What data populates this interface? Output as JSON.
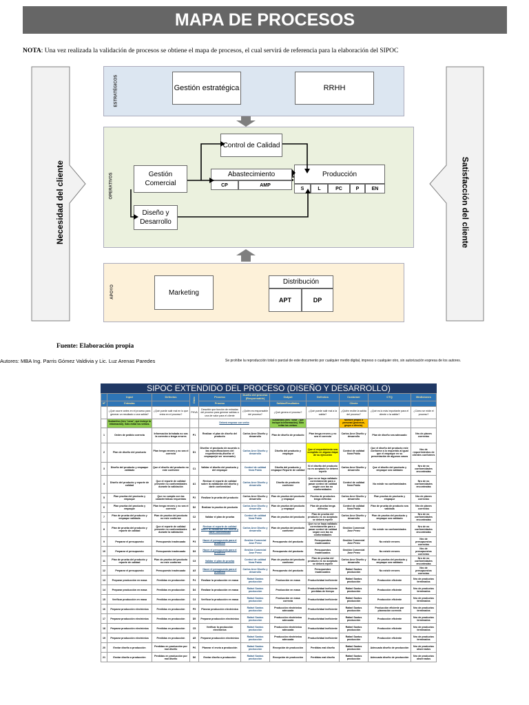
{
  "header": {
    "title": "MAPA DE PROCESOS"
  },
  "note": {
    "label": "NOTA",
    "text": ": Una vez realizada la validación de procesos se obtiene  el mapa de procesos, el cual servirá de referencia para la elaboración del SIPOC"
  },
  "map": {
    "left_arrow": "Necesidad del cliente",
    "right_arrow": "Satisfacción del cliente",
    "zones": {
      "strategic": "ESTRATÉGICOS",
      "operative": "OPERATIVOS",
      "support": "APOYO"
    },
    "boxes": {
      "gestion_estrategica": "Gestión estratégica",
      "rrhh": "RRHH",
      "control_calidad": "Control de Calidad",
      "gestion_comercial": "Gestión Comercial",
      "abastecimiento": "Abastecimiento",
      "cp": "CP",
      "amp": "AMP",
      "produccion": "Producción",
      "prod_cells": [
        "S",
        "L",
        "PC",
        "P",
        "EN"
      ],
      "diseno": "Diseño y Desarrollo",
      "marketing": "Marketing",
      "distribucion": "Distribución",
      "apt": "APT",
      "dp": "DP"
    },
    "colors": {
      "strategic": "#dce6f1",
      "operative": "#ebf1de",
      "support": "#fdf1d9",
      "arrow": "#f2f2f2",
      "arrow_stroke": "#7f7f7f"
    }
  },
  "fuente": "Fuente: Elaboración propia",
  "authors": "Autores:  MBA Ing. Parris Gómez Valdivia y Lic. Luz Arenas Paredes",
  "rights": "Se prohíbe la reproducción total o parcial de este documento por cualquier medio digital, impreso o cualquier otro, sin autorización expresa de  los autores.",
  "sipoc": {
    "title": "SIPOC EXTENDIDO DEL PROCESO (DISEÑO Y DESARROLLO)",
    "header1": [
      "Input",
      "Defectos",
      "Ciclo",
      "Proceso",
      "Dueño del proceso (Responsable)",
      "Output",
      "Defectos",
      "Customer",
      "CTQ",
      "Mediciones"
    ],
    "header2": [
      "Nº",
      "Entradas",
      "Proceso",
      "Salidas/Resultados",
      "Cliente"
    ],
    "questions": [
      "¿Qué ocurre antes en el proceso para generar un resultado o una salida?",
      "¿Qué puede salir mal en lo que entra en el proceso?",
      "PHVA",
      "Describir que función de entradas del proceso para generar salidas a una de valor para el cliente",
      "¿Quién es responsable del proceso?",
      "¿Qué genera el proceso?",
      "¿Qué puede salir mal a la salida?",
      "¿Quién recibe la salida del proceso?",
      "¿Qué es lo más importante para el cliente o la salida?",
      "¿Cómo se mide el proceso?"
    ],
    "notes": [
      "Sustantivo (tres \"cosa\", que incluye la información). Sólo evitar los verbos.",
      "Deberá empezar con verbo",
      "Sustantivo (tres \"cosa\", que incluye la información). Sólo evitar los verbos.",
      "Nombre propio o personal (procesos, grupo o directo)."
    ],
    "rows": [
      [
        "1",
        "Orden de pedido correcta",
        "Información brindada no sea la correcta o tenga errores",
        "P1",
        "Realizar el plan de diseño del producto",
        "Carlos Arce Diseño y desarrollo",
        "Plan de diseño de producto",
        "Plan tenga errores y no sea el correcto",
        "Carlos Arce Diseño y desarrollo",
        "Plan de diseño sea adecuado",
        "Nro de planes correctos"
      ],
      [
        "2",
        "Plan de diseño del producto",
        "Plan tenga errores y no sea el correcto",
        "D1",
        "Diseñar el producto de acuerdo a las especificaciones del requerimiento,diseñar el empaque(si ser necesario)",
        "Carlos Arce Diseño y desarrollo",
        "Diseño del producto y empaque",
        "Que el requerimiento sea cumplido en alguna etapa de su ejecución",
        "Control de calidad Nora Pablo",
        "Que el diseño del producto este conforme a lo requerido al igual que el empaque en su presentación de algunos casos",
        "Nro de requerimientos de clientes conformes"
      ],
      [
        "3",
        "Diseño del producto y empaque validado",
        "Que el diseño del producto no este conforme",
        "C1",
        "Validar el diseño del producto y del empaque",
        "Control de calidad Nora Pablo",
        "Diseño del producto y empaque Reporte de calidad",
        "Si el diseño del producto no es aceptado se deberá repetir",
        "Carlos Arce Diseño y desarrollo",
        "Que el diseño del producto y empaque sea validado",
        "Nro de no conformidades encontradas"
      ],
      [
        "4",
        "Diseño del producto y reporte de calidad",
        "Que el reporte de calidad presente no conformidades durante la validación",
        "A1",
        "Revisar el reporte de calidad sobre la validación del diseño y darle conformidad",
        "Carlos Arce Diseño y desarrollo",
        "Diseño de producto conforme",
        "Que no se haya validado correctamente para o pasar control de calidad según con las no conformidades",
        "Control de calidad Nora Pablo",
        "No existir no conformidades",
        "Nro de no conformidades encontradas"
      ],
      [
        "5",
        "Plan prueba del producto y empaque",
        "Que no cumpla con las características requeridas",
        "P2",
        "Realizar la prueba del producto",
        "Carlos Arce Diseño y desarrollo",
        "Plan de prueba del producto y empaque",
        "Prueba de productos tenga defectos",
        "Carlos Arce Diseño y desarrollo",
        "Plan prueba de producto y empaque",
        "Nro de planes correctos"
      ],
      [
        "6",
        "Plan prueba del producto y empaque",
        "Plan tenga errores y no sea el correcto",
        "D2",
        "Realizar la prueba de producto",
        "Carlos Arce Diseño y desarrollo",
        "Plan de prueba del producto y empaque",
        "Plan de prueba tenga defectos",
        "Control de calidad Nora Pablo",
        "Plan de prueba de producto sea validada",
        "Nro de planes correctos"
      ],
      [
        "7",
        "Plan de prueba del producto y empaque validada",
        "Plan de prueba del producto no este conforme",
        "C2",
        "Validar el plan de prueba",
        "Control de calidad Nora Pablo",
        "Plan de prueba del producto",
        "Plan de prueba del producto es no aceptado se deberá repetir",
        "Carlos Arce Diseño y desarrollo",
        "Plan de prueba del producto y empaque sea validado",
        "Nro de no conformidades encontradas"
      ],
      [
        "8",
        "Plan de prueba del producto y reporte de calidad",
        "Que el reporte de calidad presente no conformidades durante la validación",
        "A2",
        "Revisar el reporte de calidad sobre la validación del diseño y darle conformidad",
        "Carlos Arce Diseño y desarrollo",
        "Plan de prueba del producto conforme",
        "Que no se haya validado correctamente para o pasar control de calidad según con las no conformidades",
        "Gestión Comercial Jose Perez",
        "No existir no conformidades",
        "Nro de no conformidades encontradas"
      ],
      [
        "9",
        "Preparar el presupuesto",
        "Presupuesto inadecuado",
        "P3",
        "Hacer el presupuesto para el producto",
        "Gestión Comercial Jose Perez",
        "Presupuesto del producto",
        "Presupuestos inadecuados",
        "Gestión Comercial Jose Perez",
        "No existir errores",
        "Nro de presupuestos correctos"
      ],
      [
        "10",
        "Preparar el presupuesto",
        "Presupuesto inadecuado",
        "D3",
        "Hacer el presupuesto para el producto",
        "Gestión Comercial Jose Perez",
        "Presupuesto del producto",
        "Presupuestos inadecuados",
        "Gestión Comercial Jose Perez",
        "No existir errores",
        "Nro de presupuestos correctos"
      ],
      [
        "11",
        "Plan de prueba del producto y reporte de calidad",
        "Plan de prueba del producto no este conforme",
        "C3",
        "Validar el plan de prueba",
        "Control de calidad Nora Pablo",
        "Plan de prueba del producto conforme",
        "Plan de prueba del producto es no aceptado se deberá repetir",
        "Carlos Arce Diseño y desarrollo",
        "Plan de prueba del producto y empaque sea validado",
        "Nro de no conformidades encontradas"
      ],
      [
        "12",
        "Preparar el presupuesto",
        "Presupuesto inadecuado",
        "A3",
        "Hacer el presupuesto para el producto",
        "Carlos Arce Diseño y desarrollo",
        "Presupuesto del producto",
        "Presupuestos inadecuados",
        "Rafael Santos producción",
        "No existir errores",
        "Nro de presupuestos correctos"
      ],
      [
        "13",
        "Preparar producción en masa",
        "Perdidas en producción",
        "P4",
        "Realizar la producción en masa",
        "Rafael Santos producción",
        "Producción en masa",
        "Productividad ineficiente",
        "Rafael Santos producción",
        "Producción eficiente",
        "Nro de productos terminados"
      ],
      [
        "14",
        "Preparar producción en masa",
        "Perdidas en producción",
        "D4",
        "Realizar la producción en masa",
        "Rafael Santos producción",
        "Producción en masa",
        "Productividad ineficiente perdidas de tiempo",
        "Rafael Santos producción",
        "Producción eficiente",
        "Nro de productos terminados"
      ],
      [
        "15",
        "Verificar producción en masa",
        "Perdidas en producción",
        "C4",
        "Verificar la producción en masa",
        "Rafael Santos producción",
        "Producción en masa correcta",
        "Productividad ineficiente",
        "Rafael Santos producción",
        "Producción eficiente",
        "Nro de productos terminados"
      ],
      [
        "16",
        "Preparar producción electrónica",
        "Perdidas en producción",
        "P5",
        "Planear producción electrónica",
        "Rafael Santos producción",
        "Producción electrónica adecuada",
        "Productividad ineficiente",
        "Rafael Santos producción",
        "Producción eficiente por planeación correcta",
        "Nro de productos terminados"
      ],
      [
        "17",
        "Preparar producción electrónica",
        "Perdidas en producción",
        "D5",
        "Preparar producción electrónica",
        "Rafael Santos producción",
        "Producción electrónica adecuada",
        "Productividad ineficiente",
        "Rafael Santos producción",
        "Producción eficiente",
        "Nro de productos terminados"
      ],
      [
        "18",
        "Preparar producción electrónica",
        "Perdidas en producción",
        "C5",
        "Verificar la producción electrónica",
        "Rafael Santos producción",
        "Producción electrónica adecuada",
        "Productividad ineficiente",
        "Rafael Santos producción",
        "Producción eficiente",
        "Nro de productos terminados"
      ],
      [
        "19",
        "Preparar producción electrónica",
        "Perdidas en producción",
        "A5",
        "Preparar producción electrónica",
        "Rafael Santos producción",
        "Producción electrónica adecuada",
        "Productividad ineficiente",
        "Rafael Santos producción",
        "Producción eficiente",
        "Nro de productos terminados"
      ],
      [
        "20",
        "Enviar diseño a producción",
        "Perdidas en producción por mal diseño",
        "P6",
        "Planear el envío a producción",
        "Rafael Santos producción",
        "Recepción de producción",
        "Perdidas mal diseño",
        "Rafael Santos producción",
        "Adecuado diseño de producción",
        "Nro de productos observados"
      ],
      [
        "21",
        "Enviar diseño a producción",
        "Perdidas en producción por mal diseño",
        "D6",
        "Enviar diseño a producción",
        "Rafael Santos producción",
        "Recepción de producción",
        "Perdidas mal diseño",
        "Rafael Santos producción",
        "Adecuado diseño de producción",
        "Nro de productos observados"
      ]
    ]
  }
}
